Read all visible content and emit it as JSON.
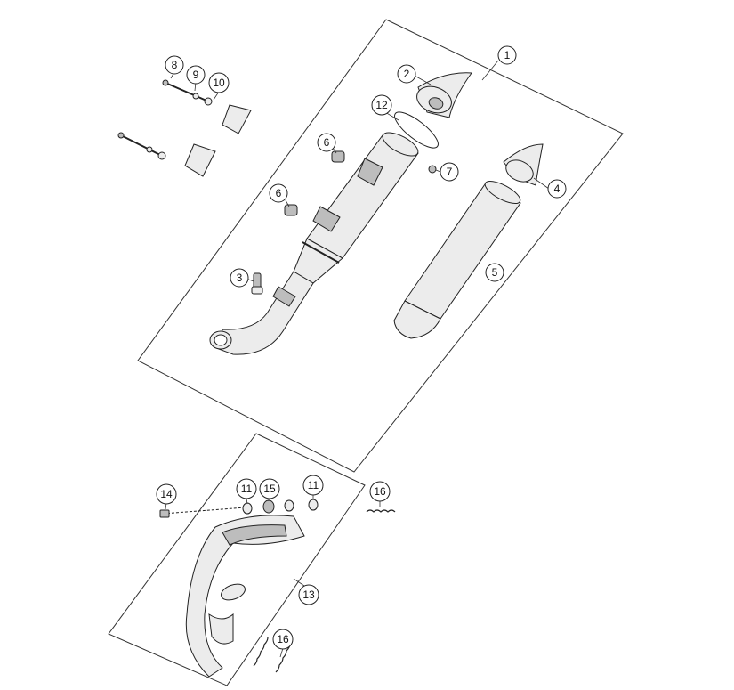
{
  "callouts": [
    {
      "id": "1",
      "label": "1"
    },
    {
      "id": "2",
      "label": "2"
    },
    {
      "id": "3",
      "label": "3"
    },
    {
      "id": "4",
      "label": "4"
    },
    {
      "id": "5",
      "label": "5"
    },
    {
      "id": "6a",
      "label": "6"
    },
    {
      "id": "6b",
      "label": "6"
    },
    {
      "id": "7",
      "label": "7"
    },
    {
      "id": "8",
      "label": "8"
    },
    {
      "id": "9",
      "label": "9"
    },
    {
      "id": "10",
      "label": "10"
    },
    {
      "id": "11a",
      "label": "11"
    },
    {
      "id": "11b",
      "label": "11"
    },
    {
      "id": "12",
      "label": "12"
    },
    {
      "id": "13",
      "label": "13"
    },
    {
      "id": "14",
      "label": "14"
    },
    {
      "id": "15",
      "label": "15"
    },
    {
      "id": "16a",
      "label": "16"
    },
    {
      "id": "16b",
      "label": "16"
    }
  ]
}
